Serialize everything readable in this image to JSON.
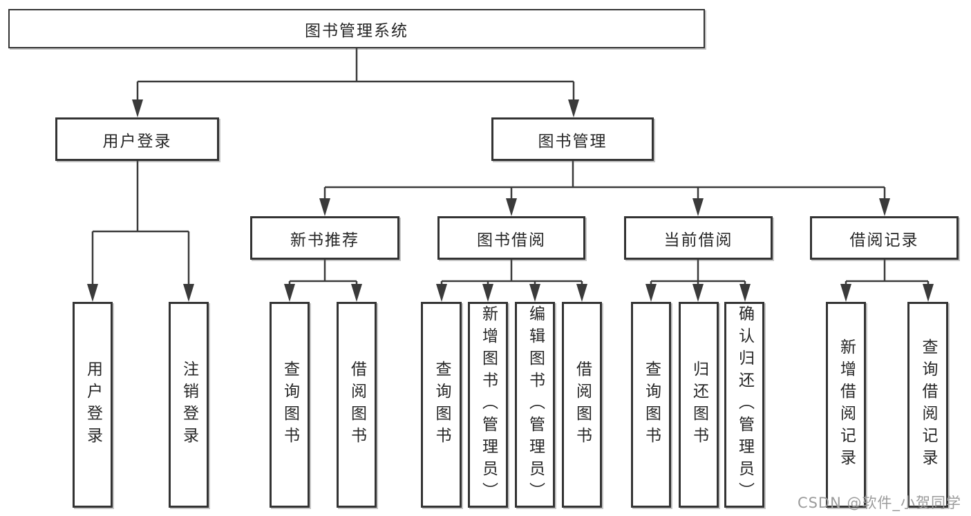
{
  "tree": {
    "label": "图书管理系统",
    "children": [
      {
        "label": "用户登录",
        "children": [
          {
            "label": "用户登录"
          },
          {
            "label": "注销登录"
          }
        ]
      },
      {
        "label": "图书管理",
        "children": [
          {
            "label": "新书推荐",
            "children": [
              {
                "label": "查询图书"
              },
              {
                "label": "借阅图书"
              }
            ]
          },
          {
            "label": "图书借阅",
            "children": [
              {
                "label": "查询图书"
              },
              {
                "label": "新增图书（管理员）"
              },
              {
                "label": "编辑图书（管理员）"
              },
              {
                "label": "借阅图书"
              }
            ]
          },
          {
            "label": "当前借阅",
            "children": [
              {
                "label": "查询图书"
              },
              {
                "label": "归还图书"
              },
              {
                "label": "确认归还（管理员）"
              }
            ]
          },
          {
            "label": "借阅记录",
            "children": [
              {
                "label": "新增借阅记录"
              },
              {
                "label": "查询借阅记录"
              }
            ]
          }
        ]
      }
    ]
  },
  "watermark": "CSDN @软件_小贺同学",
  "colors": {
    "line": "#3a3a3a",
    "box_border": "#333333",
    "text": "#262626",
    "watermark": "#9b9b9b",
    "background": "#ffffff"
  }
}
